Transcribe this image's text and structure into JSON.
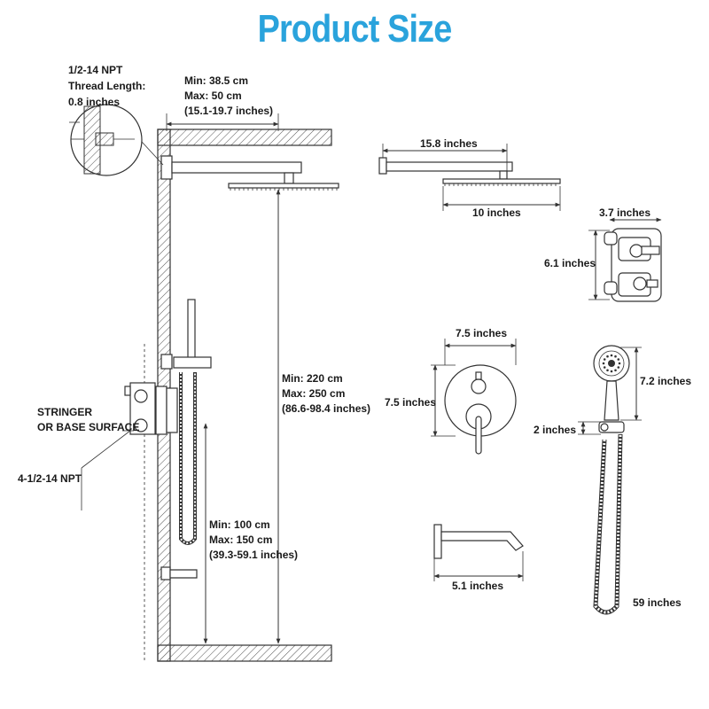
{
  "title": "Product Size",
  "labels": {
    "npt_thread": [
      "1/2-14 NPT",
      "Thread Length:",
      "0.8 inches"
    ],
    "arm_range": [
      "Min: 38.5 cm",
      "Max: 50 cm",
      "(15.1-19.7 inches)"
    ],
    "arm_length": "15.8 inches",
    "head_width": "10 inches",
    "valve_depth": "3.7 inches",
    "valve_height": "6.1 inches",
    "height_range": [
      "Min: 220 cm",
      "Max: 250 cm",
      "(86.6-98.4 inches)"
    ],
    "stringer": [
      "STRINGER",
      "OR BASE SURFACE"
    ],
    "npt_inlet": "4-1/2-14 NPT",
    "trim_width": "7.5 inches",
    "trim_height": "7.5 inches",
    "handheld_length": "7.2 inches",
    "holder_height": "2 inches",
    "hose_length": "59 inches",
    "spout_range": [
      "Min: 100 cm",
      "Max: 150 cm",
      "(39.3-59.1 inches)"
    ],
    "spout_length": "5.1 inches"
  },
  "colors": {
    "title": "#2aa3dc",
    "line": "#333333",
    "hatch": "#555555"
  }
}
